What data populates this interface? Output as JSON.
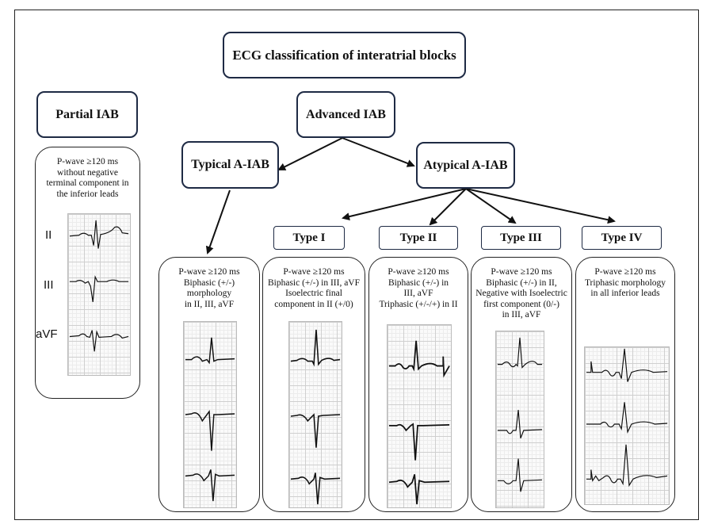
{
  "title": "ECG classification of interatrial blocks",
  "partial": {
    "label": "Partial IAB",
    "desc": [
      "P-wave ≥120 ms",
      "without negative",
      "terminal component in",
      "the inferior leads"
    ],
    "leads": [
      "II",
      "III",
      "aVF"
    ]
  },
  "advanced": {
    "label": "Advanced IAB"
  },
  "typical": {
    "label": "Typical A-IAB",
    "desc": [
      "P-wave ≥120 ms",
      "Biphasic (+/-)",
      "morphology",
      "in II, III, aVF"
    ]
  },
  "atypical": {
    "label": "Atypical A-IAB"
  },
  "types": [
    {
      "label": "Type I",
      "desc": [
        "P-wave ≥120 ms",
        "Biphasic (+/-) in III, aVF",
        "Isoelectric final",
        "component in II (+/0)"
      ]
    },
    {
      "label": "Type II",
      "desc": [
        "P-wave ≥120 ms",
        "Biphasic (+/-) in",
        "III, aVF",
        "Triphasic (+/-/+) in II"
      ]
    },
    {
      "label": "Type III",
      "desc": [
        "P-wave ≥120 ms",
        "Biphasic (+/-) in II,",
        "Negative with Isoelectric",
        "first component (0/-)",
        "in III, aVF"
      ]
    },
    {
      "label": "Type IV",
      "desc": [
        "P-wave ≥120 ms",
        "Triphasic morphology",
        "in all inferior leads"
      ]
    }
  ],
  "colors": {
    "box_border": "#1e2a44",
    "line": "#111111",
    "grid": "#cfcfcf"
  }
}
